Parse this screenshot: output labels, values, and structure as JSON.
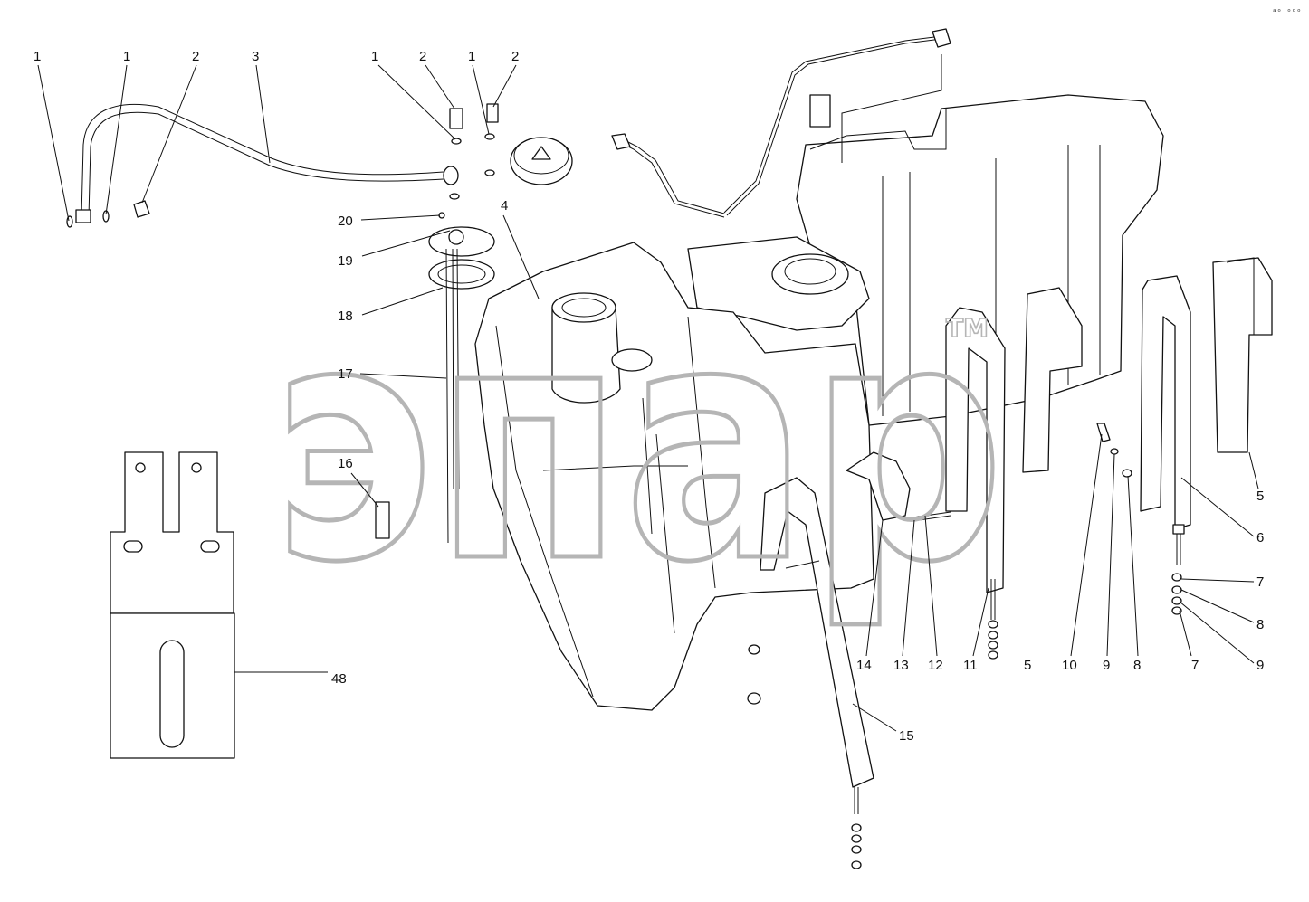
{
  "watermark": {
    "text": "эпар",
    "trademark": "TM"
  },
  "corner_mark": "ᵃᵒ ᵒᵒᵒ",
  "callouts": [
    {
      "id": "c-1a",
      "label": "1"
    },
    {
      "id": "c-1b",
      "label": "1"
    },
    {
      "id": "c-2a",
      "label": "2"
    },
    {
      "id": "c-3",
      "label": "3"
    },
    {
      "id": "c-1c",
      "label": "1"
    },
    {
      "id": "c-2b",
      "label": "2"
    },
    {
      "id": "c-1d",
      "label": "1"
    },
    {
      "id": "c-2c",
      "label": "2"
    },
    {
      "id": "c-20",
      "label": "20"
    },
    {
      "id": "c-19",
      "label": "19"
    },
    {
      "id": "c-4",
      "label": "4"
    },
    {
      "id": "c-18",
      "label": "18"
    },
    {
      "id": "c-17",
      "label": "17"
    },
    {
      "id": "c-16",
      "label": "16"
    },
    {
      "id": "c-48",
      "label": "48"
    },
    {
      "id": "c-15",
      "label": "15"
    },
    {
      "id": "c-14",
      "label": "14"
    },
    {
      "id": "c-13",
      "label": "13"
    },
    {
      "id": "c-12",
      "label": "12"
    },
    {
      "id": "c-11",
      "label": "11"
    },
    {
      "id": "c-5a",
      "label": "5"
    },
    {
      "id": "c-10",
      "label": "10"
    },
    {
      "id": "c-9a",
      "label": "9"
    },
    {
      "id": "c-8a",
      "label": "8"
    },
    {
      "id": "c-7a",
      "label": "7"
    },
    {
      "id": "c-9b",
      "label": "9"
    },
    {
      "id": "c-8b",
      "label": "8"
    },
    {
      "id": "c-7b",
      "label": "7"
    },
    {
      "id": "c-6",
      "label": "6"
    },
    {
      "id": "c-5b",
      "label": "5"
    }
  ]
}
